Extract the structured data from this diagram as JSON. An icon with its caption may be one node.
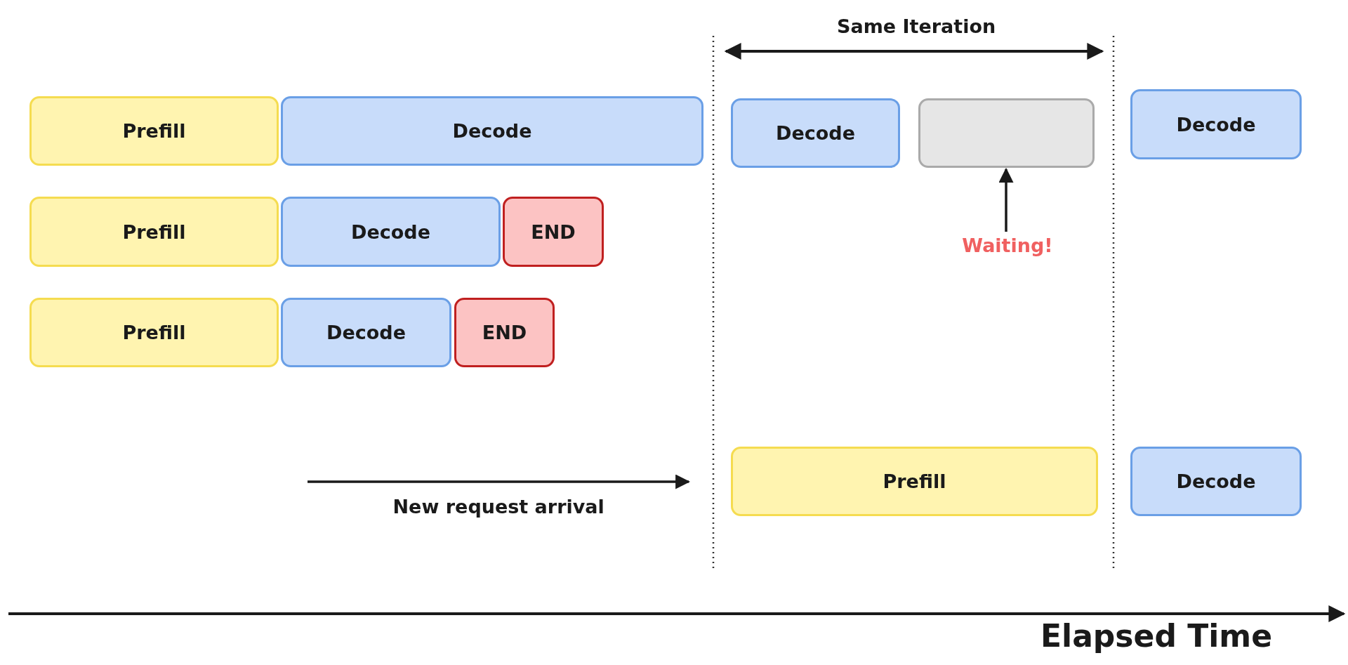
{
  "diagram": {
    "nodes": [
      {
        "text": [
          "Prefill"
        ]
      },
      {
        "text": [
          "Decode"
        ]
      },
      {
        "text": [
          "Decode"
        ]
      },
      {
        "text": [],
        "shape": "box"
      },
      {
        "text": [
          "Decode"
        ]
      },
      {
        "text": [
          "Prefill"
        ]
      },
      {
        "text": [
          "Decode"
        ]
      },
      {
        "text": [
          "END"
        ]
      },
      {
        "text": [
          "Waiting!"
        ]
      },
      {
        "text": [
          "Prefill"
        ]
      },
      {
        "text": [
          "Decode"
        ]
      },
      {
        "text": [
          "END"
        ]
      },
      {
        "text": [
          "Prefill"
        ]
      },
      {
        "text": [
          "Decode"
        ]
      }
    ],
    "edges": [
      {
        "from": 8,
        "to": 3,
        "arrow": "to"
      },
      {
        "from": null,
        "to": 12,
        "arrow": "to",
        "label": "New request arrival"
      }
    ],
    "labels": [
      "Same Iteration",
      "Elapsed Time"
    ]
  }
}
